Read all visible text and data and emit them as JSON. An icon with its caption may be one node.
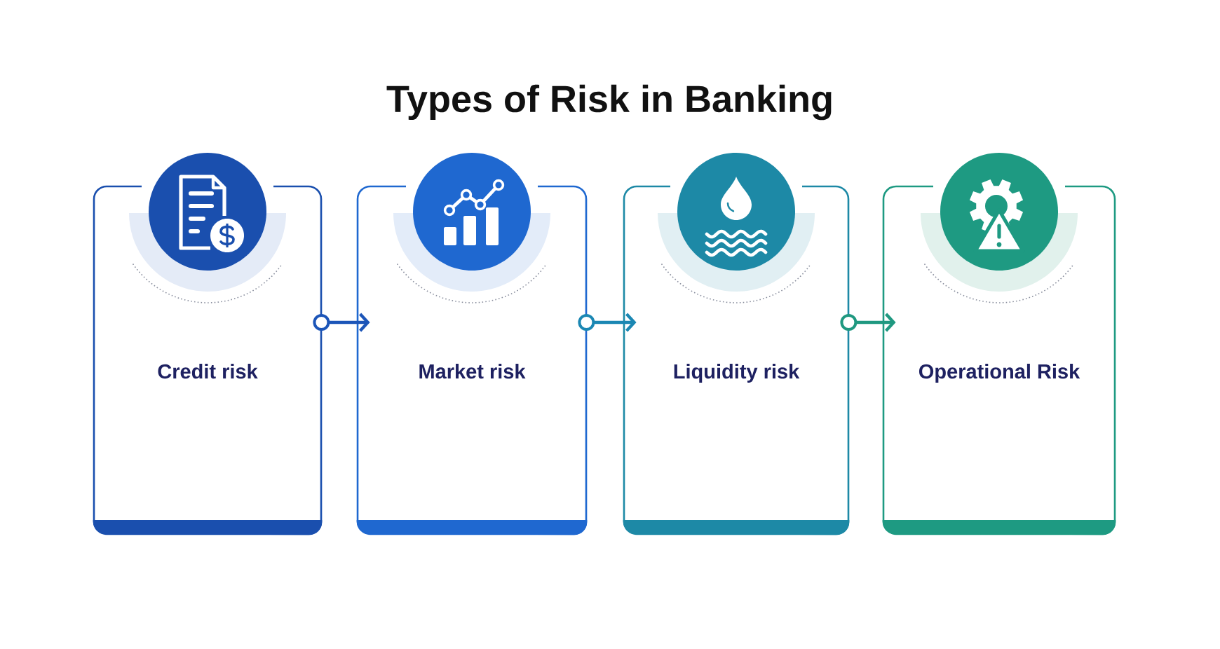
{
  "diagram": {
    "title": "Types of Risk in Banking",
    "nodes": [
      {
        "text": [
          "Credit risk"
        ]
      },
      {
        "text": [
          "Market risk"
        ]
      },
      {
        "text": [
          "Liquidity risk"
        ]
      },
      {
        "text": [
          "Operational Risk"
        ]
      }
    ],
    "edges": [
      {
        "from": 0,
        "to": 1,
        "arrow": "to",
        "color": "#1c55b8"
      },
      {
        "from": 1,
        "to": 2,
        "arrow": "to",
        "color": "#1b87b3"
      },
      {
        "from": 2,
        "to": 3,
        "arrow": "to",
        "color": "#1f9880"
      }
    ]
  }
}
